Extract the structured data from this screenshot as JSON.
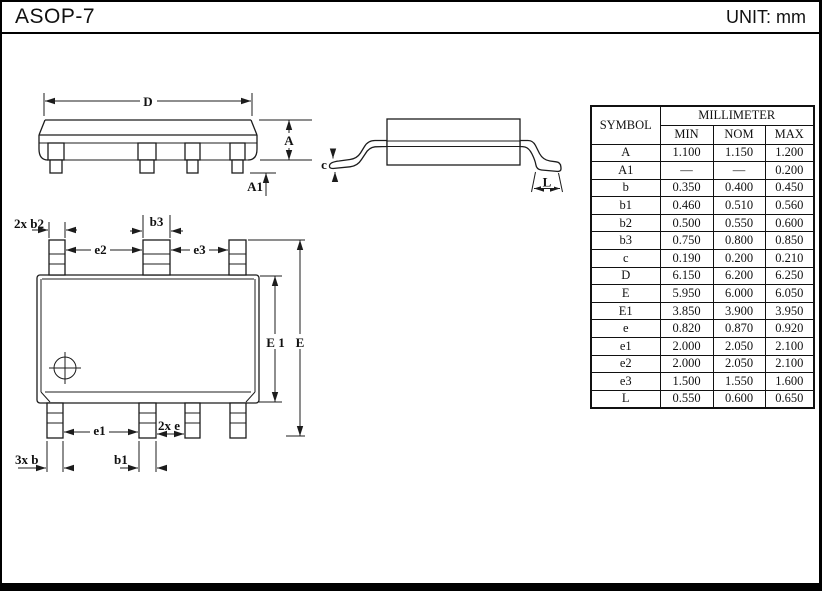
{
  "header": {
    "title": "ASOP-7",
    "unit": "UNIT: mm"
  },
  "drawings": {
    "side": {
      "D": "D",
      "A": "A",
      "A1": "A1"
    },
    "end": {
      "c": "c",
      "L": "L"
    },
    "bottom": {
      "b2": "2x b2",
      "b3": "b3",
      "e2": "e2",
      "e3": "e3",
      "E1": "E 1",
      "E": "E",
      "e1": "e1",
      "e": "2x e",
      "b": "3x b",
      "b1": "b1"
    }
  },
  "table": {
    "symbol_header": "SYMBOL",
    "unit_header": "MILLIMETER",
    "columns": [
      "MIN",
      "NOM",
      "MAX"
    ],
    "rows": [
      {
        "symbol": "A",
        "min": "1.100",
        "nom": "1.150",
        "max": "1.200"
      },
      {
        "symbol": "A1",
        "min": "—",
        "nom": "—",
        "max": "0.200"
      },
      {
        "symbol": "b",
        "min": "0.350",
        "nom": "0.400",
        "max": "0.450"
      },
      {
        "symbol": "b1",
        "min": "0.460",
        "nom": "0.510",
        "max": "0.560"
      },
      {
        "symbol": "b2",
        "min": "0.500",
        "nom": "0.550",
        "max": "0.600"
      },
      {
        "symbol": "b3",
        "min": "0.750",
        "nom": "0.800",
        "max": "0.850"
      },
      {
        "symbol": "c",
        "min": "0.190",
        "nom": "0.200",
        "max": "0.210"
      },
      {
        "symbol": "D",
        "min": "6.150",
        "nom": "6.200",
        "max": "6.250"
      },
      {
        "symbol": "E",
        "min": "5.950",
        "nom": "6.000",
        "max": "6.050"
      },
      {
        "symbol": "E1",
        "min": "3.850",
        "nom": "3.900",
        "max": "3.950"
      },
      {
        "symbol": "e",
        "min": "0.820",
        "nom": "0.870",
        "max": "0.920"
      },
      {
        "symbol": "e1",
        "min": "2.000",
        "nom": "2.050",
        "max": "2.100"
      },
      {
        "symbol": "e2",
        "min": "2.000",
        "nom": "2.050",
        "max": "2.100"
      },
      {
        "symbol": "e3",
        "min": "1.500",
        "nom": "1.550",
        "max": "1.600"
      },
      {
        "symbol": "L",
        "min": "0.550",
        "nom": "0.600",
        "max": "0.650"
      }
    ]
  }
}
